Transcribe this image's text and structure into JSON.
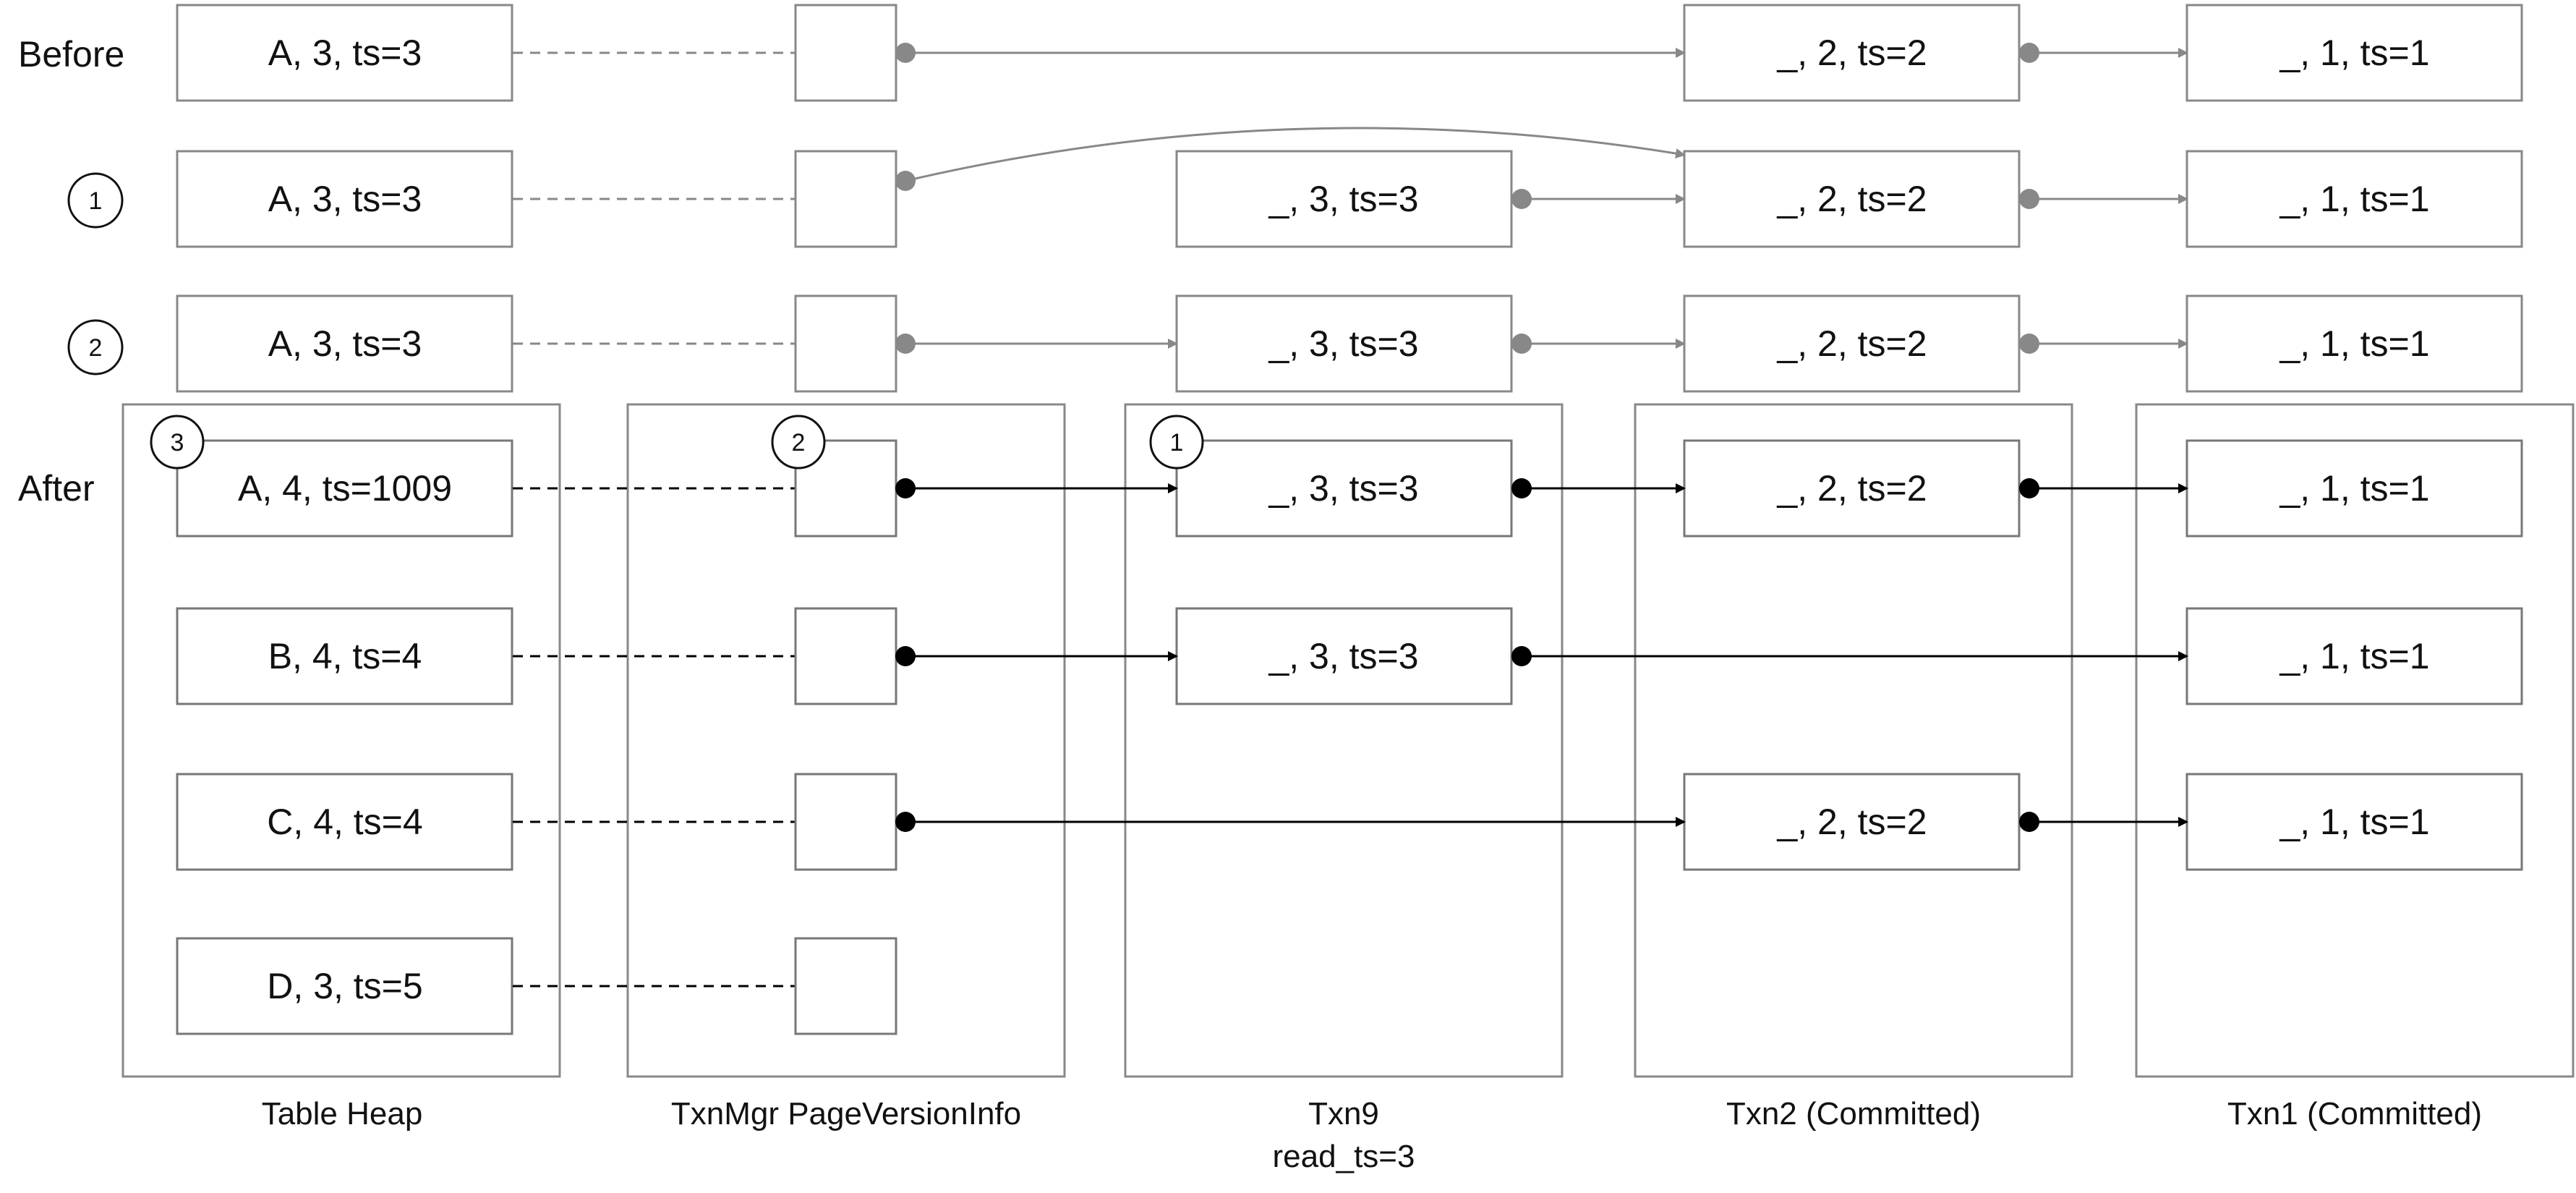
{
  "title": "MVCC version chain update diagram",
  "colors": {
    "gray_stroke": "#888888",
    "gray_box": "#8a8a8a",
    "black": "#000000",
    "text": "#111111"
  },
  "row_labels": {
    "before": "Before",
    "after": "After",
    "step1_badge": "1",
    "step2_badge": "2"
  },
  "columns": [
    {
      "key": "table_heap",
      "label": "Table Heap",
      "sublabel": ""
    },
    {
      "key": "page_version_info",
      "label": "TxnMgr PageVersionInfo",
      "sublabel": ""
    },
    {
      "key": "txn9",
      "label": "Txn9",
      "sublabel": "read_ts=3"
    },
    {
      "key": "txn2",
      "label": "Txn2 (Committed)",
      "sublabel": ""
    },
    {
      "key": "txn1",
      "label": "Txn1 (Committed)",
      "sublabel": ""
    }
  ],
  "top_rows": [
    {
      "name": "before",
      "heap": "A, 3, ts=3",
      "txn9": "",
      "txn2": "_, 2, ts=2",
      "txn1": "_, 1, ts=1"
    },
    {
      "name": "step1",
      "heap": "A, 3, ts=3",
      "txn9": "_, 3, ts=3",
      "txn2": "_, 2, ts=2",
      "txn1": "_, 1, ts=1"
    },
    {
      "name": "step2",
      "heap": "A, 3, ts=3",
      "txn9": "_, 3, ts=3",
      "txn2": "_, 2, ts=2",
      "txn1": "_, 1, ts=1"
    }
  ],
  "after_rows": [
    {
      "heap": "A, 4, ts=1009",
      "txn9": "_, 3, ts=3",
      "txn2": "_, 2, ts=2",
      "txn1": "_, 1, ts=1"
    },
    {
      "heap": "B, 4, ts=4",
      "txn9": "_, 3, ts=3",
      "txn2": "",
      "txn1": "_, 1, ts=1"
    },
    {
      "heap": "C, 4, ts=4",
      "txn9": "",
      "txn2": "_, 2, ts=2",
      "txn1": "_, 1, ts=1"
    },
    {
      "heap": "D, 3, ts=5",
      "txn9": "",
      "txn2": "",
      "txn1": ""
    }
  ],
  "after_badges": {
    "heap": "3",
    "page_version_info": "2",
    "txn9": "1"
  }
}
